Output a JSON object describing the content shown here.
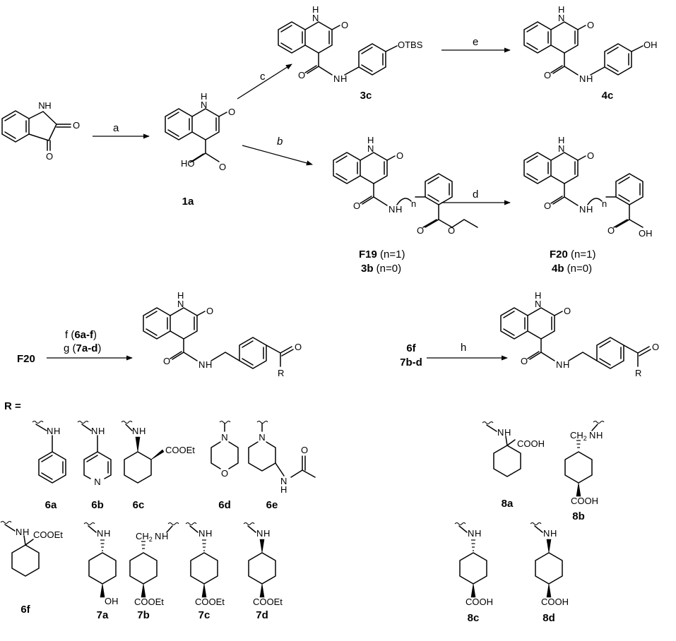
{
  "atoms": {
    "nh": "N",
    "h": "H",
    "o": "O",
    "oh": "OH",
    "ho": "HO",
    "h_lone": "H",
    "otbs": "OTBS",
    "n": "n",
    "n_ring": "N",
    "o_ring": "O",
    "cooet": "COOEt",
    "cooh": "COOH",
    "ch2": "CH",
    "sub2": "2",
    "r": "R"
  },
  "reagents": {
    "a": "a",
    "b": "b",
    "c": "c",
    "d": "d",
    "e": "e",
    "h": "h"
  },
  "compounds": {
    "c1a": "1a",
    "c3c": "3c",
    "c4c": "4c",
    "f19": "F19",
    "f19_n": " (n=1)",
    "c3b": "3b",
    "c3b_n": " (n=0)",
    "f20": "F20",
    "f20_n": " (n=1)",
    "c4b": "4b",
    "c4b_n": " (n=0)",
    "f20_start": "F20",
    "c6f_start": "6f",
    "c7bd_start": "7b-d"
  },
  "conditions": {
    "f_pre": "f (",
    "f_bold": "6a-f",
    "f_post": ")",
    "g_pre": "g (",
    "g_bold": "7a-d",
    "g_post": ")"
  },
  "r_label": "R =",
  "r_groups": {
    "c6a": "6a",
    "c6b": "6b",
    "c6c": "6c",
    "c6d": "6d",
    "c6e": "6e",
    "c6f": "6f",
    "c7a": "7a",
    "c7b": "7b",
    "c7c": "7c",
    "c7d": "7d",
    "c8a": "8a",
    "c8b": "8b",
    "c8c": "8c",
    "c8d": "8d"
  }
}
